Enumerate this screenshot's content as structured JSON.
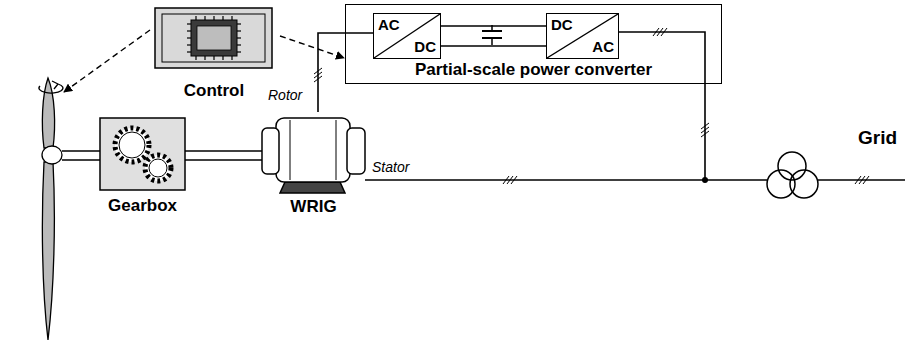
{
  "diagram": {
    "nodes": [
      {
        "text": [
          "Control"
        ]
      },
      {
        "text": [
          "Partial-scale power converter"
        ]
      },
      {
        "text": [
          "AC",
          "DC"
        ],
        "in": 1
      },
      {
        "text": [
          "DC",
          "AC"
        ],
        "in": 1
      },
      {
        "text": [
          "Gearbox"
        ]
      },
      {
        "text": [
          "WRIG"
        ]
      }
    ],
    "edges": [
      {
        "from": 0,
        "to": 1,
        "arrow": "to"
      },
      {
        "from": 2,
        "to": 3,
        "arrow": "none"
      },
      {
        "from": 5,
        "to": 2,
        "arrow": "none"
      },
      {
        "from": 4,
        "to": 5,
        "arrow": "none"
      }
    ],
    "labels": [
      "Rotor",
      "Stator",
      "Grid"
    ]
  }
}
